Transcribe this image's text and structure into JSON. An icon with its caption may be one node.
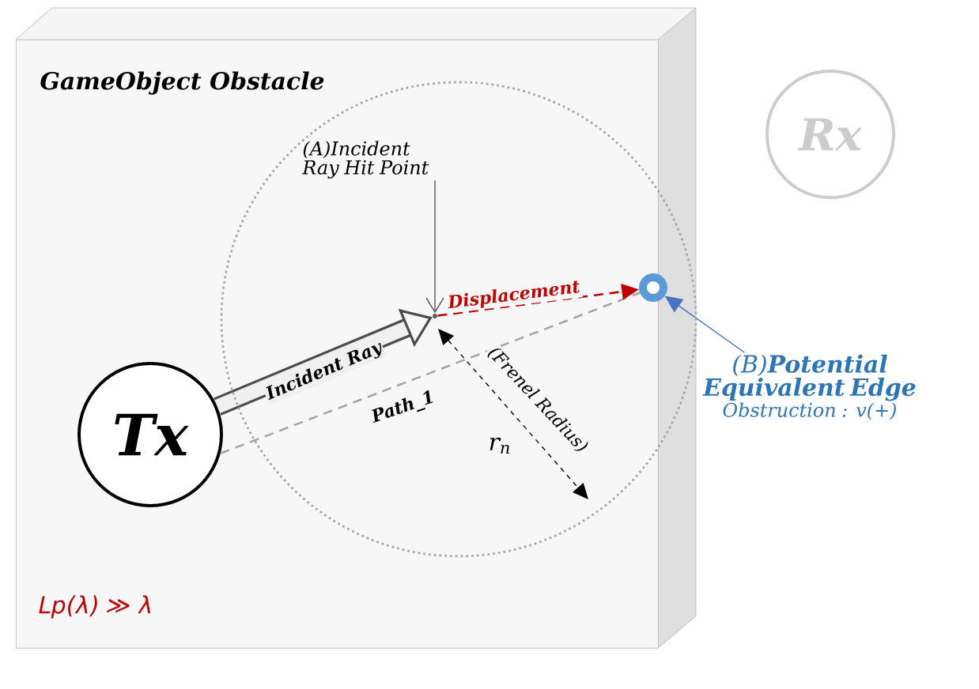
{
  "diagram": {
    "nodes": [
      {
        "text": [
          "GameObject Obstacle"
        ]
      },
      {
        "text": [
          "Tx"
        ],
        "in": 0
      },
      {
        "text": [
          "Rx"
        ]
      },
      {
        "text": [
          "(A)Incident Ray Hit Point"
        ],
        "in": 0
      },
      {
        "text": [],
        "shape": "circle"
      },
      {
        "text": [
          "(B)**Potential Equivalent Edge**",
          "Obstruction : v(+)"
        ]
      },
      {
        "text": [],
        "shape": "point",
        "in": 0
      }
    ],
    "edges": [
      {
        "from": 1,
        "to": 6,
        "arrow": "to",
        "label": "Incident Ray",
        "style": "thick"
      },
      {
        "from": 1,
        "to": 4,
        "arrow": "none",
        "label": "Path_1",
        "style": "dashed",
        "color": "#a6a6a6"
      },
      {
        "from": 6,
        "to": 4,
        "arrow": "to",
        "label": "Displacement",
        "style": "dashed",
        "color": "#c00000"
      },
      {
        "from": 3,
        "to": 6,
        "arrow": "to"
      },
      {
        "from": 5,
        "to": 4,
        "arrow": "to",
        "color": "#4472c4"
      }
    ],
    "labels": [
      "(Frenel Radius)",
      "r$_{n}$",
      "Lp(λ) ≫ λ"
    ]
  }
}
